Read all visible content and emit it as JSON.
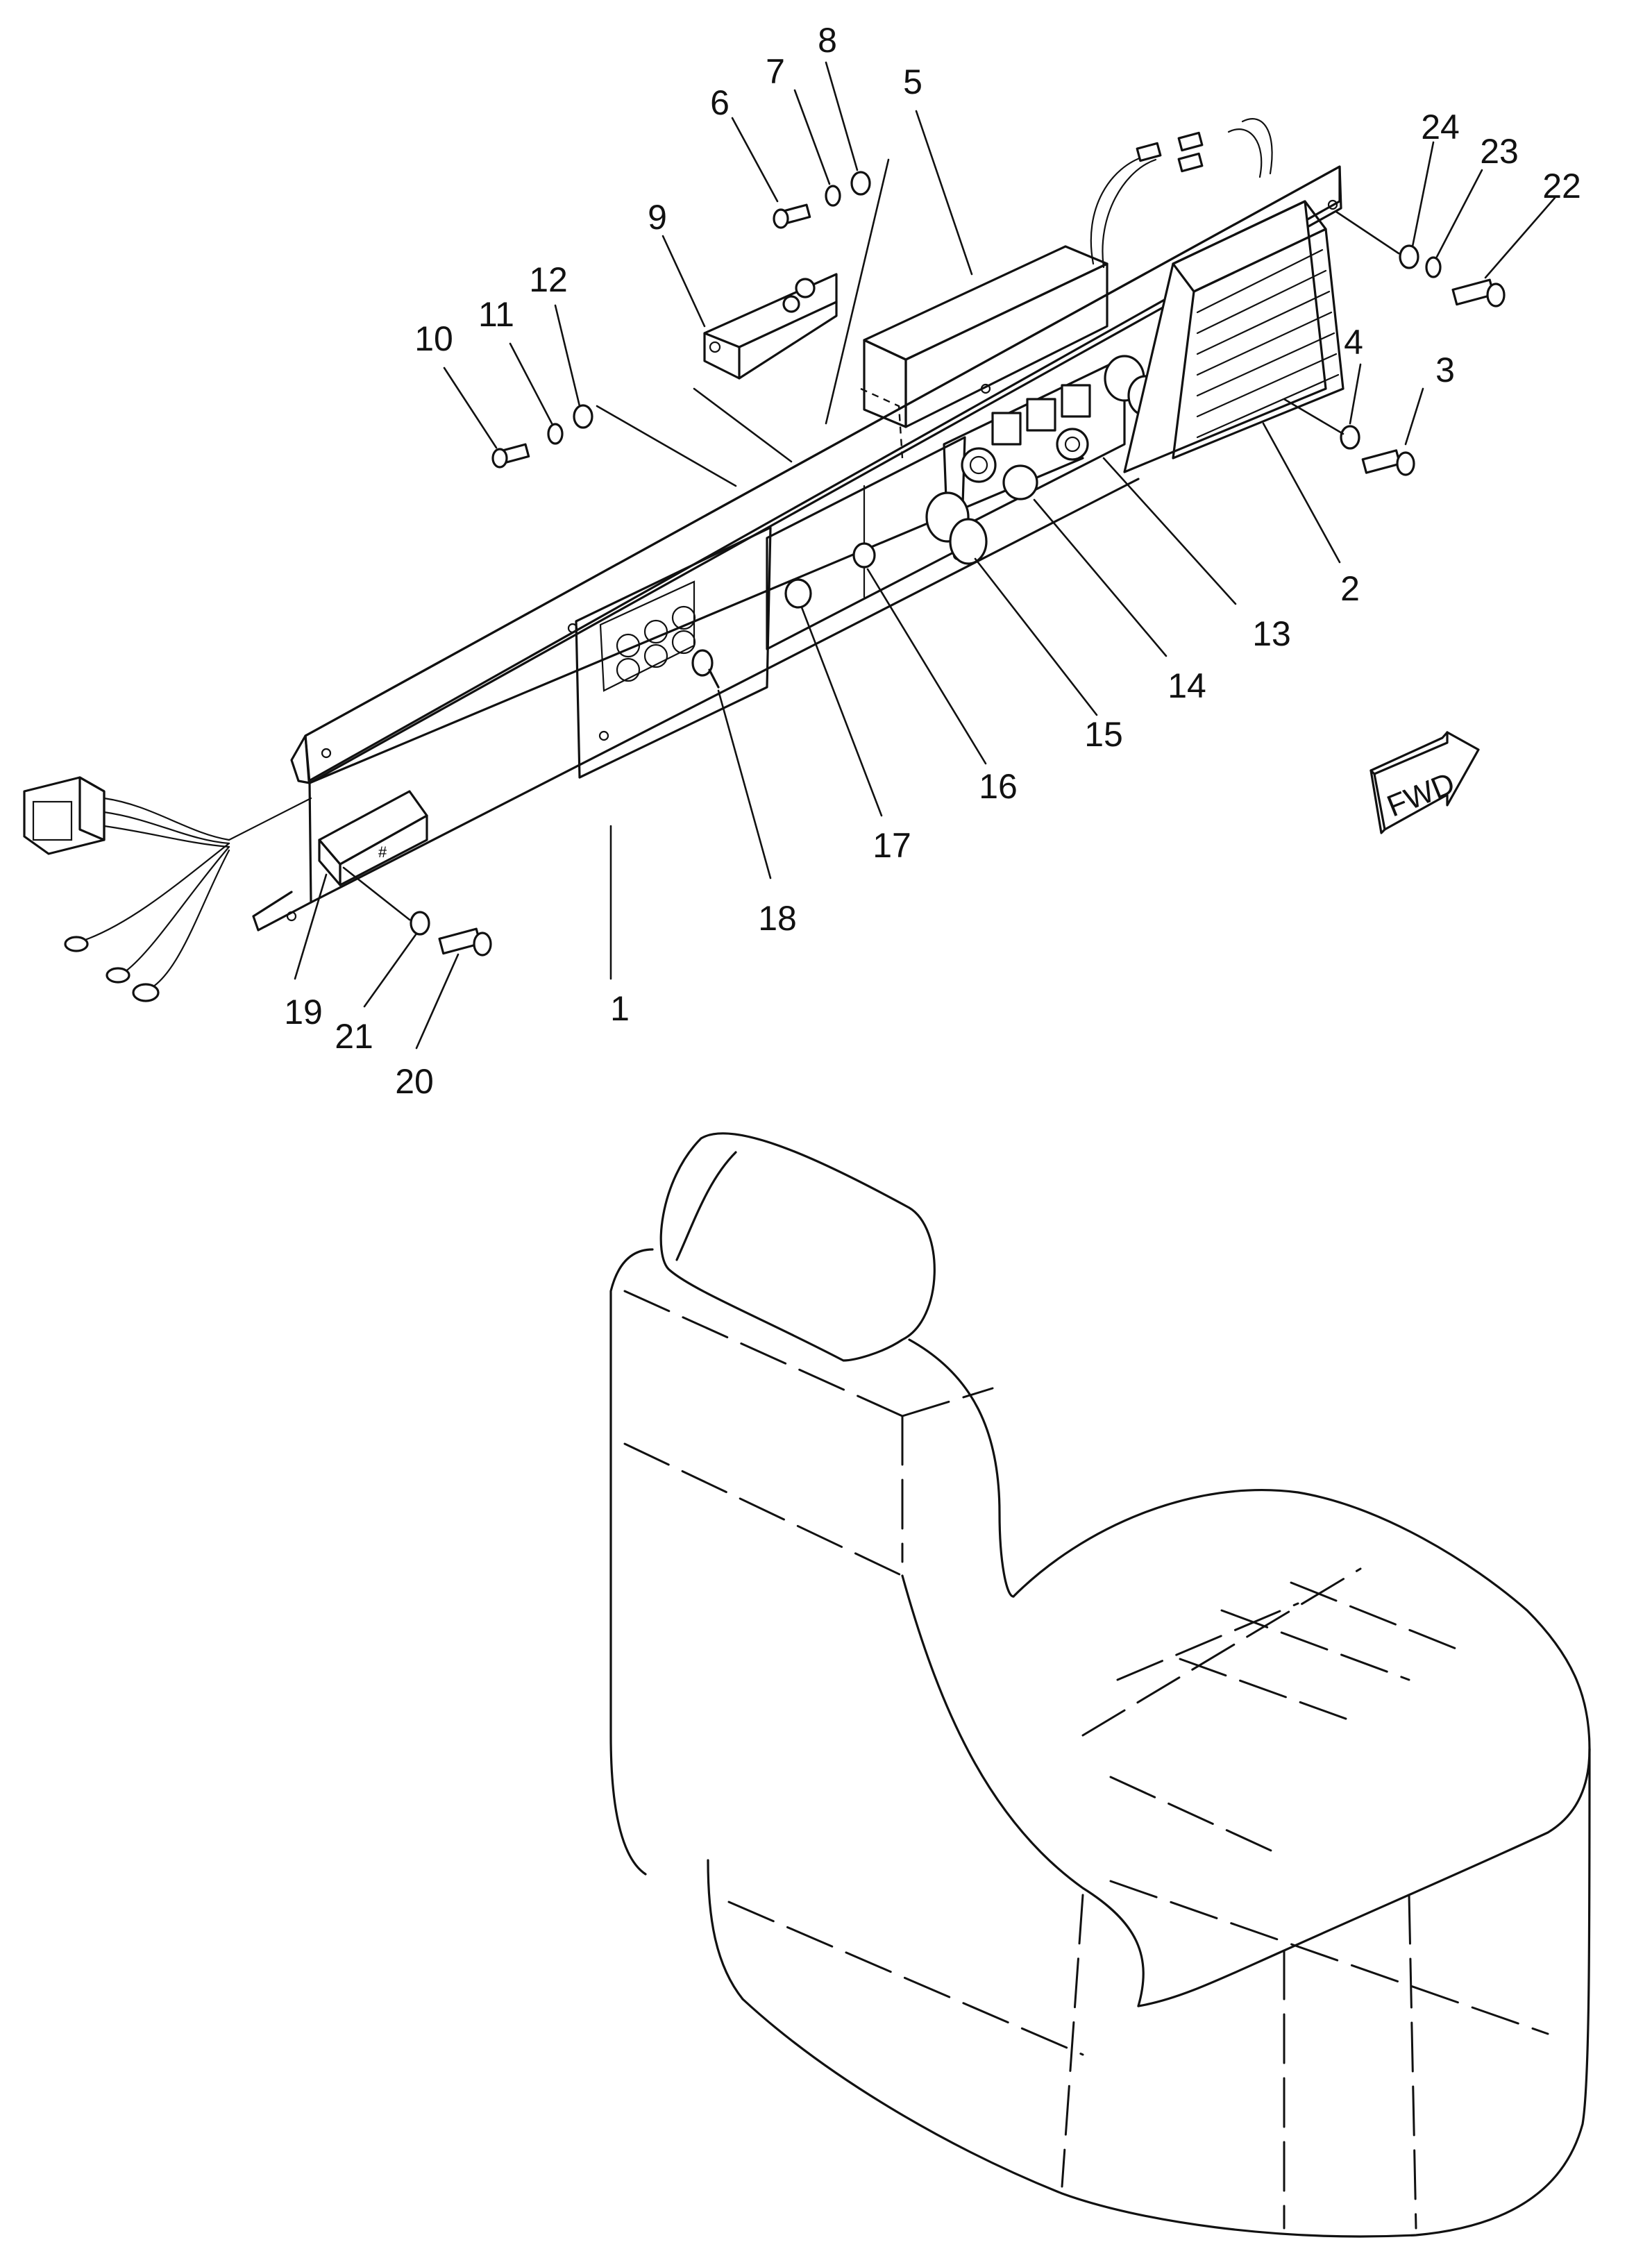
{
  "callouts": [
    {
      "id": "c1",
      "label": "1"
    },
    {
      "id": "c2",
      "label": "2"
    },
    {
      "id": "c3",
      "label": "3"
    },
    {
      "id": "c4",
      "label": "4"
    },
    {
      "id": "c5",
      "label": "5"
    },
    {
      "id": "c6",
      "label": "6"
    },
    {
      "id": "c7",
      "label": "7"
    },
    {
      "id": "c8",
      "label": "8"
    },
    {
      "id": "c9",
      "label": "9"
    },
    {
      "id": "c10",
      "label": "10"
    },
    {
      "id": "c11",
      "label": "11"
    },
    {
      "id": "c12",
      "label": "12"
    },
    {
      "id": "c13",
      "label": "13"
    },
    {
      "id": "c14",
      "label": "14"
    },
    {
      "id": "c15",
      "label": "15"
    },
    {
      "id": "c16",
      "label": "16"
    },
    {
      "id": "c17",
      "label": "17"
    },
    {
      "id": "c18",
      "label": "18"
    },
    {
      "id": "c19",
      "label": "19"
    },
    {
      "id": "c20",
      "label": "20"
    },
    {
      "id": "c21",
      "label": "21"
    },
    {
      "id": "c22",
      "label": "22"
    },
    {
      "id": "c23",
      "label": "23"
    },
    {
      "id": "c24",
      "label": "24"
    }
  ],
  "direction_marker": {
    "label": "FWD",
    "icon": "forward-arrow-icon"
  }
}
